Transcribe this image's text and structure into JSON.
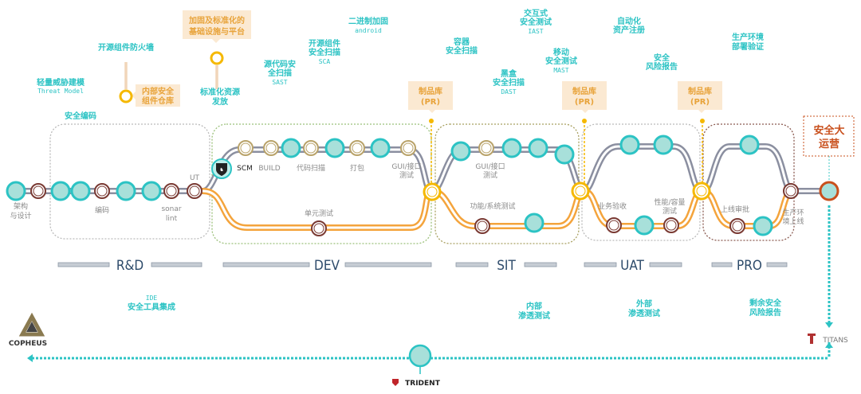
{
  "colors": {
    "teal": "#2cc3c4",
    "orange_track": "#f4a43c",
    "gray_track": "#8b8fa0",
    "junction": "#f5b800",
    "brown": "#7a3a33",
    "gold": "#b9a36a",
    "ops": "#c9501d"
  },
  "stages": [
    "R&D",
    "DEV",
    "SIT",
    "UAT",
    "PRO"
  ],
  "rd": {
    "arch": "架构",
    "arch2": "与设计",
    "coding": "编码",
    "sonar": "sonar",
    "lint": "lint",
    "ut": "UT",
    "threat": "轻量威胁建模",
    "threat_en": "Threat Model",
    "secure_coding": "安全编码",
    "oss_firewall": "开源组件防火墙",
    "internal_repo_1": "内部安全",
    "internal_repo_2": "组件仓库",
    "ide_1": "IDE",
    "ide_2": "安全工具集成"
  },
  "dev": {
    "infra_1": "加固及标准化的",
    "infra_2": "基础设施与平台",
    "std_1": "标准化资源",
    "std_2": "发放",
    "sast_1": "源代码安",
    "sast_2": "全扫描",
    "sast_3": "SAST",
    "sca_1": "开源组件",
    "sca_2": "安全扫描",
    "sca_3": "SCA",
    "bin_1": "二进制加固",
    "bin_2": "android",
    "scm": "SCM",
    "build": "BUILD",
    "code_scan": "代码扫描",
    "package": "打包",
    "gui_1": "GUI/接口",
    "gui_2": "测试",
    "unit_test": "单元测试"
  },
  "artifact": {
    "title": "制品库",
    "sub": "(PR)"
  },
  "sit": {
    "container_1": "容器",
    "container_2": "安全扫描",
    "dast_1": "黑盒",
    "dast_2": "安全扫描",
    "dast_3": "DAST",
    "iast_1": "交互式",
    "iast_2": "安全测试",
    "iast_3": "IAST",
    "mast_1": "移动",
    "mast_2": "安全测试",
    "mast_3": "MAST",
    "gui_1": "GUI/接口",
    "gui_2": "测试",
    "func": "功能/系统测试",
    "pentest_1": "内部",
    "pentest_2": "渗透测试"
  },
  "uat": {
    "asset_1": "自动化",
    "asset_2": "资产注册",
    "risk_1": "安全",
    "risk_2": "风险报告",
    "accept": "业务验收",
    "perf_1": "性能/容量",
    "perf_2": "测试",
    "ext_1": "外部",
    "ext_2": "渗透测试"
  },
  "pro": {
    "verify_1": "生产环境",
    "verify_2": "部署验证",
    "approve": "上线审批",
    "online_1": "生产环",
    "online_2": "境上线",
    "residual_1": "剩余安全",
    "residual_2": "风险报告"
  },
  "ops": {
    "line1": "安全大",
    "line2": "运营"
  },
  "logos": {
    "copheus": "COPHEUS",
    "trident": "TRIDENT",
    "titans": "TITANS"
  }
}
